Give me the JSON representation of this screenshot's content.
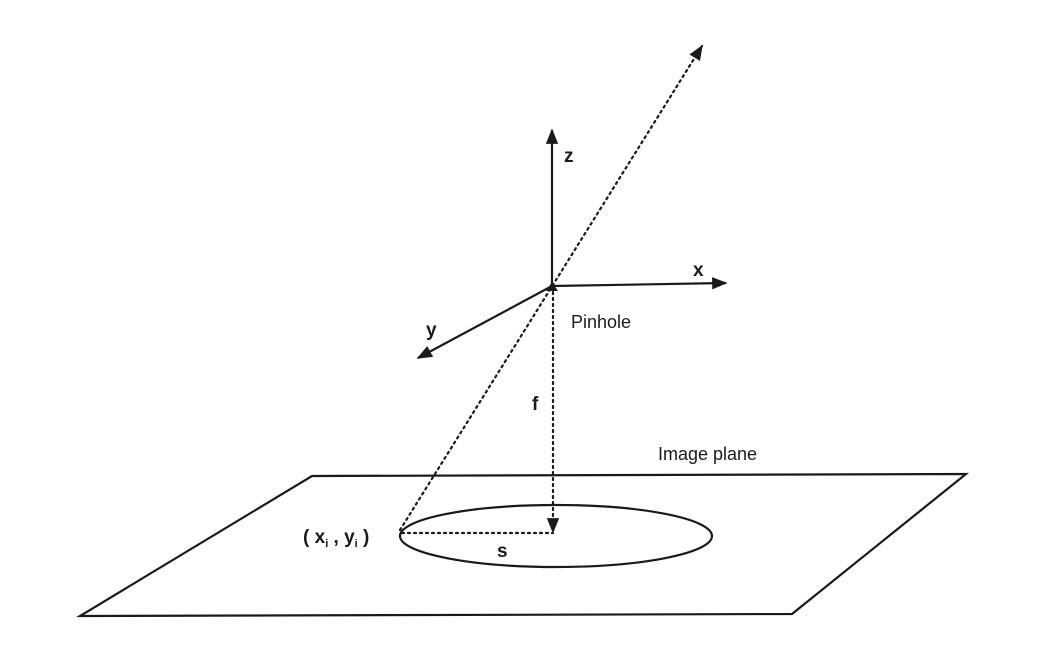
{
  "labels": {
    "z_axis": "z",
    "x_axis": "x",
    "y_axis": "y",
    "pinhole": "Pinhole",
    "focal_length": "f",
    "image_plane": "Image plane",
    "image_point": "( x",
    "image_point_x_sub": "i",
    "image_point_sep": " , y",
    "image_point_y_sub": "i",
    "image_point_close": " )",
    "radial_distance": "s"
  },
  "colors": {
    "ink": "#1a1a1a",
    "background": "#ffffff"
  }
}
